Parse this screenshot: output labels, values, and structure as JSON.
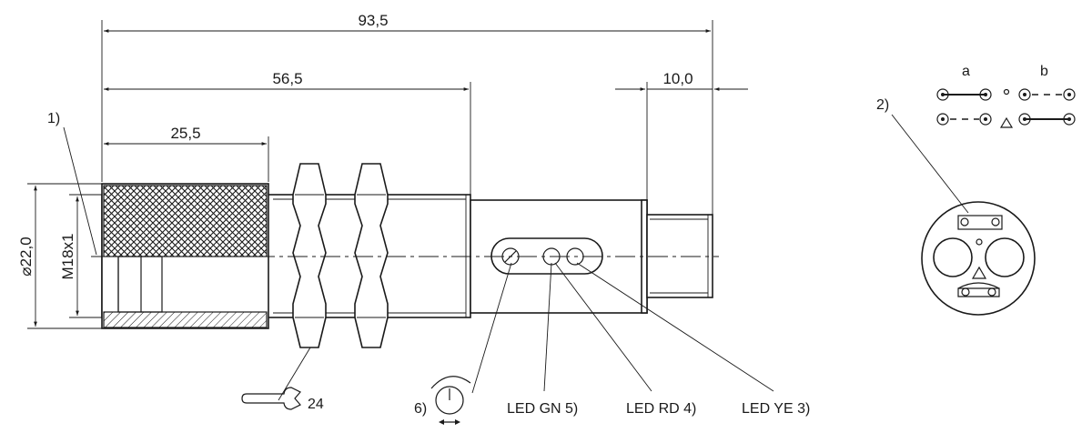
{
  "dimensions": {
    "overall_length": "93,5",
    "body_length": "56,5",
    "cap_length": "25,5",
    "connector_length": "10,0",
    "outer_diameter": "22,0",
    "thread": "M18x1",
    "diameter_symbol": "⌀"
  },
  "callouts": {
    "c1": "1)",
    "c2": "2)",
    "c6": "6)",
    "wrench_size": "24",
    "led_gn": "LED GN 5)",
    "led_rd": "LED RD 4)",
    "led_ye": "LED YE 3)"
  },
  "pin_diagram": {
    "label_a": "a",
    "label_b": "b"
  }
}
